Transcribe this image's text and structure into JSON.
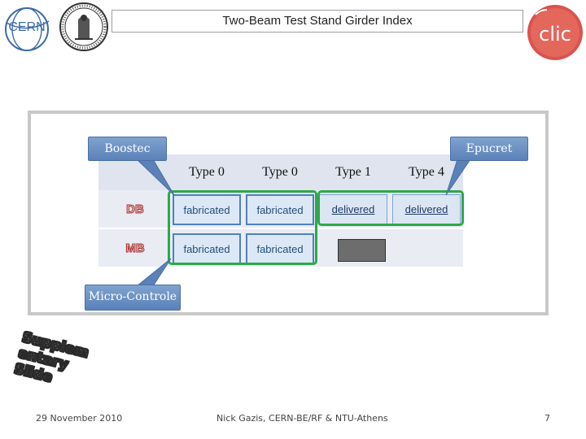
{
  "header": {
    "title": "Two-Beam Test Stand Girder Index",
    "cern_logo_text": "CERN",
    "clic_logo_text": "clic"
  },
  "table": {
    "columns": [
      "Type 0",
      "Type 0",
      "Type 1",
      "Type 4"
    ],
    "rows": [
      {
        "label": "DB",
        "cells": [
          "fabricated",
          "fabricated",
          "delivered",
          "delivered"
        ]
      },
      {
        "label": "MB",
        "cells": [
          "fabricated",
          "fabricated",
          "",
          ""
        ]
      }
    ]
  },
  "callouts": {
    "boostec": "Boostec",
    "epucret": "Epucret",
    "micro_controle": "Micro-Controle"
  },
  "stamp": "Supplementary Slide",
  "footer": {
    "date": "29 November 2010",
    "author": "Nick Gazis, CERN-BE/RF & NTU-Athens",
    "page": "7"
  },
  "colors": {
    "callout_blue": "#6a90c4",
    "green_outline": "#2ea84a",
    "cell_blue": "#dde8f6"
  }
}
